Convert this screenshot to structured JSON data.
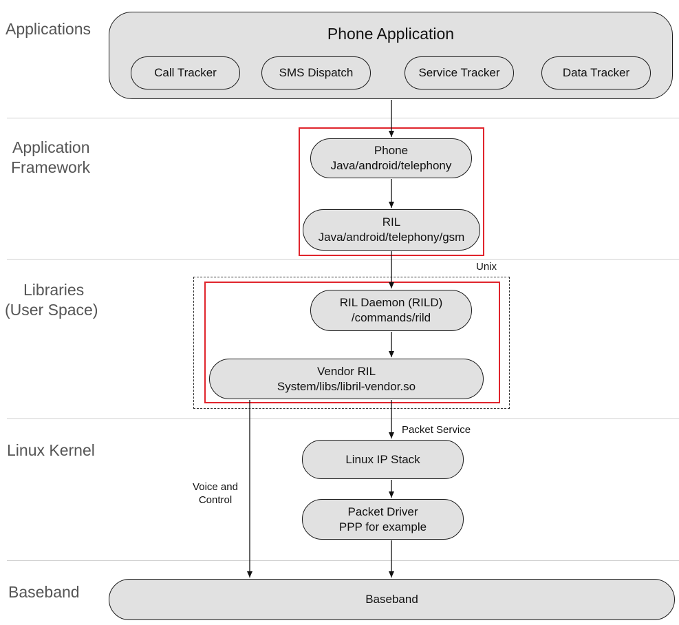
{
  "layers": {
    "applications": "Applications",
    "framework_1": "Application",
    "framework_2": "Framework",
    "libraries_1": "Libraries",
    "libraries_2": "(User Space)",
    "kernel": "Linux Kernel",
    "baseband": "Baseband"
  },
  "phone_app": {
    "title": "Phone Application",
    "modules": [
      "Call Tracker",
      "SMS Dispatch",
      "Service Tracker",
      "Data Tracker"
    ]
  },
  "framework": {
    "phone": {
      "line1": "Phone",
      "line2": "Java/android/telephony"
    },
    "ril": {
      "line1": "RIL",
      "line2": "Java/android/telephony/gsm"
    }
  },
  "libraries": {
    "unix_label": "Unix",
    "rild": {
      "line1": "RIL Daemon (RILD)",
      "line2": "/commands/rild"
    },
    "vendor_ril": {
      "line1": "Vendor RIL",
      "line2": "System/libs/libril-vendor.so"
    }
  },
  "kernel": {
    "packet_service_label": "Packet Service",
    "voice_label_1": "Voice and",
    "voice_label_2": "Control",
    "ip_stack": "Linux IP Stack",
    "packet_driver": {
      "line1": "Packet Driver",
      "line2": "PPP for example"
    }
  },
  "baseband_box": "Baseband"
}
